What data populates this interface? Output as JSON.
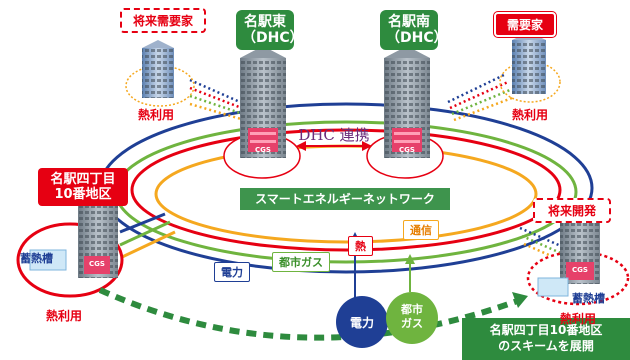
{
  "labels": {
    "future_demand": "将来需要家",
    "meieki_east": "名駅東\n（DHC）",
    "meieki_south": "名駅南\n（DHC）",
    "demand": "需要家",
    "meieki_4chome": "名駅四丁目\n10番地区",
    "future_dev": "将来開発",
    "dhc_link": "DHC 連携",
    "smart_network": "スマートエネルギーネットワーク",
    "heat_use_1": "熱利用",
    "heat_use_2": "熱利用",
    "heat_use_3": "熱利用",
    "heat_use_4": "熱利用",
    "storage_1": "蓄熱槽",
    "storage_2": "蓄熱槽",
    "ring_comm": "通信",
    "ring_heat": "熱",
    "ring_gas": "都市ガス",
    "ring_power": "電力",
    "source_power": "電力",
    "source_gas": "都市\nガス",
    "scheme": "名駅四丁目10番地区\nのスキームを展開",
    "cgs": "CGS"
  },
  "colors": {
    "power": "#1f3f95",
    "gas": "#6fb43f",
    "heat": "#e60012",
    "comm": "#f5a81f",
    "green": "#2e8b3e"
  }
}
